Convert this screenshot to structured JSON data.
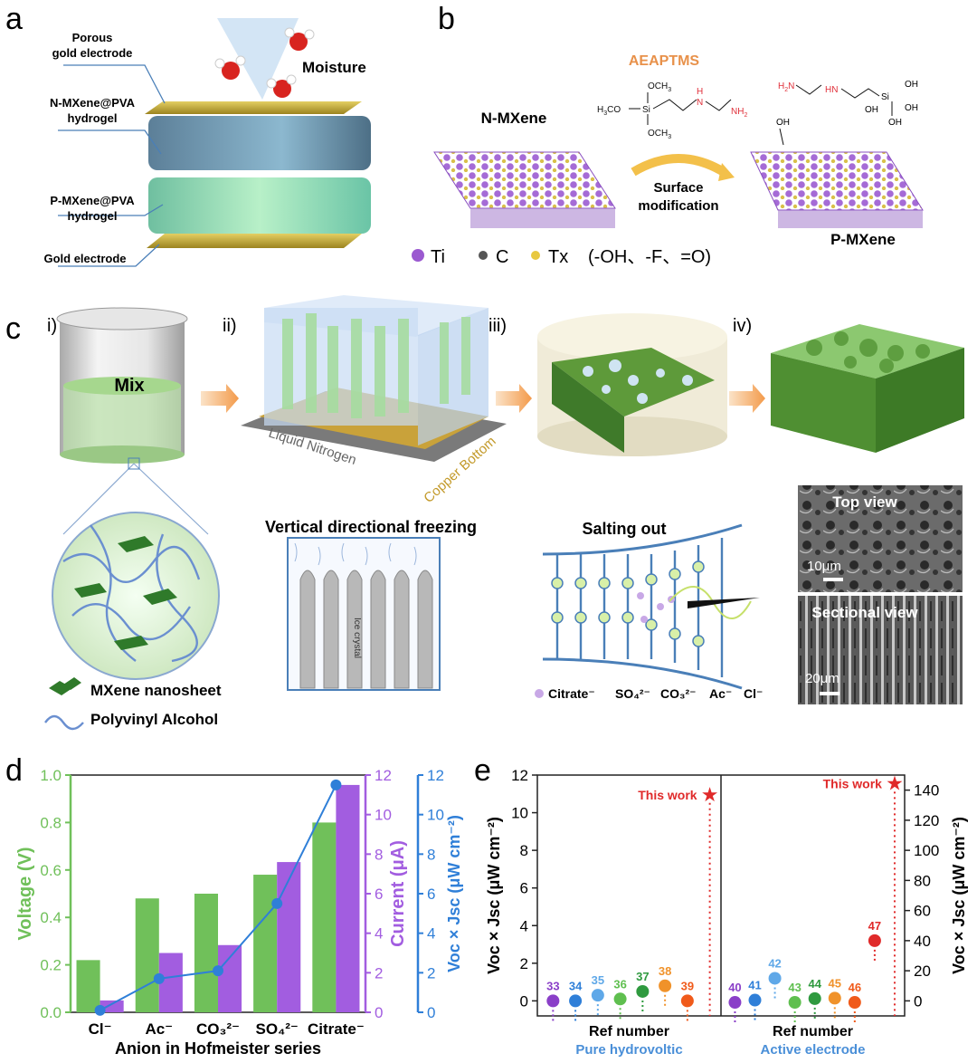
{
  "panels": {
    "a": "a",
    "b": "b",
    "c": "c",
    "d": "d",
    "e": "e"
  },
  "panel_a": {
    "labels": [
      "Porous\ngold electrode",
      "N-MXene@PVA\nhydrogel",
      "P-MXene@PVA\nhydrogel",
      "Gold electrode"
    ],
    "moisture": "Moisture"
  },
  "panel_b": {
    "reagent": "AEAPTMS",
    "left_title": "N-MXene",
    "right_title": "P-MXene",
    "arrow_label": "Surface\nmodification",
    "legend": {
      "ti": "Ti",
      "c": "C",
      "tx": "Tx",
      "tx_detail": "(-OH、-F、=O)"
    },
    "colors": {
      "ti": "#9b59d0",
      "c": "#555555",
      "tx": "#e8c840",
      "reagent": "#e8914a",
      "amine": "#e0303a"
    }
  },
  "panel_c": {
    "steps": [
      "i)",
      "ii)",
      "iii)",
      "iv)"
    ],
    "mix": "Mix",
    "liquid_nitrogen": "Liquid Nitrogen",
    "copper_bottom": "Copper Bottom",
    "freezing_title": "Vertical directional freezing",
    "ice_crystal": "Ice crystal",
    "salting_title": "Salting out",
    "ions": [
      "Citrate⁻",
      "SO₄²⁻",
      "CO₃²⁻",
      "Ac⁻",
      "Cl⁻"
    ],
    "legend": [
      "MXene nanosheet",
      "Polyvinyl Alcohol"
    ],
    "sem": [
      {
        "title": "Top view",
        "scale": "10μm"
      },
      {
        "title": "Sectional view",
        "scale": "20μm"
      }
    ]
  },
  "chart_data": [
    {
      "type": "bar",
      "panel": "d",
      "xlabel": "Anion in Hofmeister series",
      "categories": [
        "Cl⁻",
        "Ac⁻",
        "CO₃²⁻",
        "SO₄²⁻",
        "Citrate⁻"
      ],
      "series": [
        {
          "name": "Voltage",
          "axis": "left",
          "color": "#70c05a",
          "values": [
            0.22,
            0.48,
            0.5,
            0.58,
            0.8
          ]
        },
        {
          "name": "Current",
          "axis": "right1",
          "color": "#a25de0",
          "values": [
            0.6,
            3.0,
            3.4,
            7.6,
            11.5
          ]
        },
        {
          "name": "Voc × Jsc",
          "axis": "right2",
          "type": "line",
          "color": "#2f7fd8",
          "values": [
            0.1,
            1.7,
            2.1,
            5.5,
            11.5
          ]
        }
      ],
      "axes": {
        "left": {
          "label": "Voltage (V)",
          "ylim": [
            0,
            1.0
          ],
          "ticks": [
            "0.0",
            "0.2",
            "0.4",
            "0.6",
            "0.8",
            "1.0"
          ],
          "color": "#70c05a"
        },
        "right1": {
          "label": "Current (μA)",
          "ylim": [
            0,
            12
          ],
          "ticks": [
            "0",
            "2",
            "4",
            "6",
            "8",
            "10",
            "12"
          ],
          "color": "#a25de0"
        },
        "right2": {
          "label": "Voc × Jsc (μW cm⁻²)",
          "ylim": [
            0,
            12
          ],
          "ticks": [
            "0",
            "2",
            "4",
            "6",
            "8",
            "10",
            "12"
          ],
          "color": "#2f7fd8"
        }
      }
    },
    {
      "type": "scatter",
      "panel": "e",
      "ylabel": "Voc × Jsc (μW cm⁻²)",
      "left_axis": {
        "ylim": [
          -0.8,
          12
        ],
        "ticks": [
          "0",
          "2",
          "4",
          "6",
          "8",
          "10",
          "12"
        ]
      },
      "right_axis": {
        "ylim": [
          -10,
          150
        ],
        "ticks": [
          "0",
          "20",
          "40",
          "60",
          "80",
          "100",
          "120",
          "140"
        ]
      },
      "groups": [
        {
          "xlabel": "Ref number",
          "sublabel": "Pure hydrovoltic",
          "sublabel_color": "#4a8fd8",
          "points": [
            {
              "ref": "33",
              "value": 0.0,
              "color": "#8a3fc8"
            },
            {
              "ref": "34",
              "value": 0.0,
              "color": "#2f7fd8"
            },
            {
              "ref": "35",
              "value": 0.3,
              "color": "#5fa8e8"
            },
            {
              "ref": "36",
              "value": 0.1,
              "color": "#5fbf4f"
            },
            {
              "ref": "37",
              "value": 0.5,
              "color": "#2f9a3f"
            },
            {
              "ref": "38",
              "value": 0.8,
              "color": "#f0922a"
            },
            {
              "ref": "39",
              "value": 0.0,
              "color": "#f05a1a"
            }
          ],
          "this_work": {
            "label": "This work",
            "value": 11.0
          }
        },
        {
          "xlabel": "Ref number",
          "sublabel": "Active electrode",
          "sublabel_color": "#4a8fd8",
          "points": [
            {
              "ref": "40",
              "value": -1,
              "color": "#8a3fc8"
            },
            {
              "ref": "41",
              "value": 0.5,
              "color": "#2f7fd8"
            },
            {
              "ref": "42",
              "value": 15,
              "color": "#5fa8e8"
            },
            {
              "ref": "43",
              "value": -1,
              "color": "#5fbf4f"
            },
            {
              "ref": "44",
              "value": 1.5,
              "color": "#2f9a3f"
            },
            {
              "ref": "45",
              "value": 1.8,
              "color": "#f0922a"
            },
            {
              "ref": "46",
              "value": -1,
              "color": "#f05a1a"
            },
            {
              "ref": "47",
              "value": 40,
              "color": "#e02a2a"
            }
          ],
          "this_work": {
            "label": "This work",
            "value": 145
          }
        }
      ]
    }
  ]
}
